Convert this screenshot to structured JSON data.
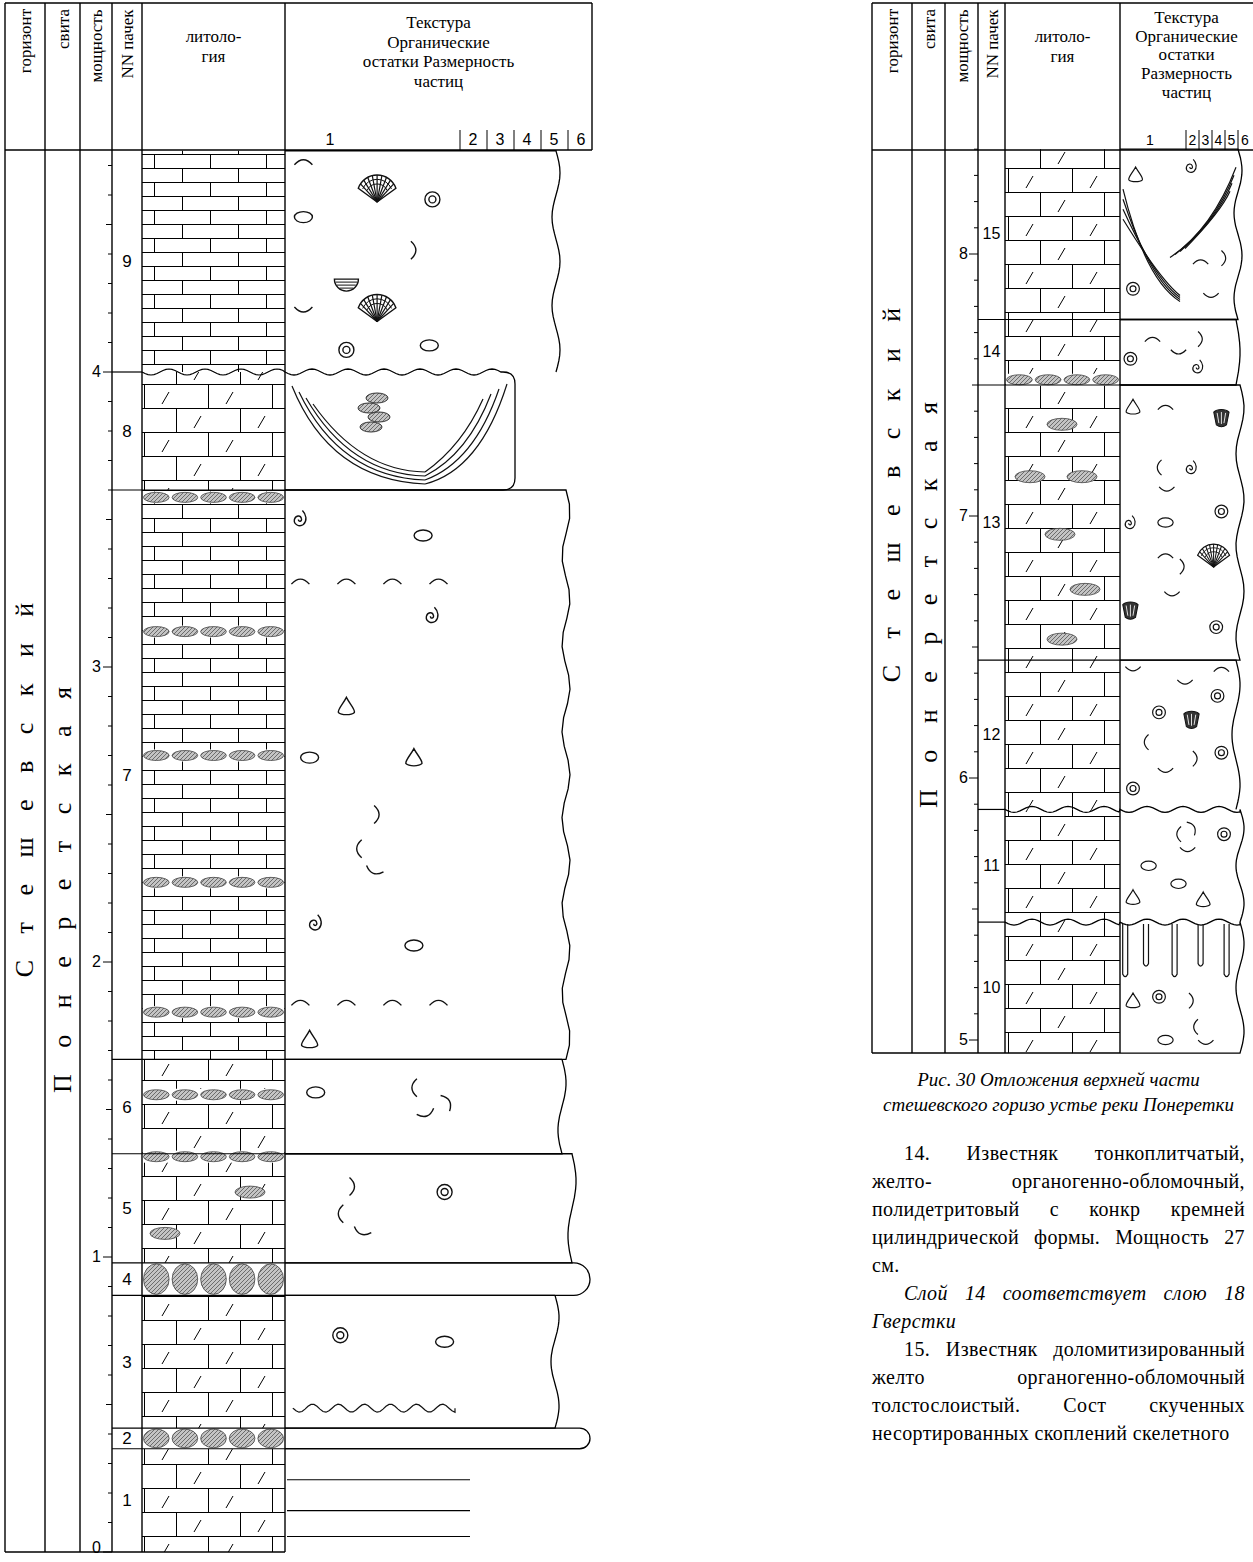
{
  "diagram": {
    "caption": "Рис. 30 Отложения верхней части стешевского горизо устье реки Понеретки",
    "nodes": [
      {
        "text": [
          "горизонт"
        ]
      },
      {
        "text": [
          "свита"
        ]
      },
      {
        "text": [
          "мощность"
        ]
      },
      {
        "text": [
          "NN пачек"
        ]
      },
      {
        "text": [
          "литоло- гия"
        ]
      },
      {
        "text": [
          "Текстура Органические остатки Размерность частиц"
        ]
      },
      {
        "text": [
          "С т е ш е в с к и й"
        ]
      },
      {
        "text": [
          "П о н е р е т с к а я"
        ]
      },
      {
        "text": [
          "горизонт"
        ]
      },
      {
        "text": [
          "свита"
        ]
      },
      {
        "text": [
          "мощность"
        ]
      },
      {
        "text": [
          "NN пачек"
        ]
      },
      {
        "text": [
          "литоло- гия"
        ]
      },
      {
        "text": [
          "Текстура Органические остатки Размерность частиц"
        ]
      },
      {
        "text": [
          "С т е ш е в с к и й"
        ]
      },
      {
        "text": [
          "П о н е р е т с к а я"
        ]
      }
    ],
    "labels": [
      "1",
      "2",
      "3",
      "4",
      "5",
      "6",
      "0",
      "1",
      "2",
      "3",
      "4",
      "1",
      "2",
      "3",
      "4",
      "5",
      "6",
      "7",
      "8",
      "9",
      "1",
      "2",
      "3",
      "4",
      "5",
      "6",
      "5",
      "6",
      "7",
      "8",
      "10",
      "11",
      "12",
      "13",
      "14",
      "15",
      "14. Известняк тонкоплитчатый, желто- органогенно-обломочный, полидетритовый с конкр кремней цилиндрической формы. Мощность 27 см.",
      "Слой 14 соответствует слою 18 Гверстки",
      "15. Известняк доломитизированный желто органогенно-обломочный толстослоистый. Сост скученных несортированных скоплений скелетного"
    ]
  }
}
